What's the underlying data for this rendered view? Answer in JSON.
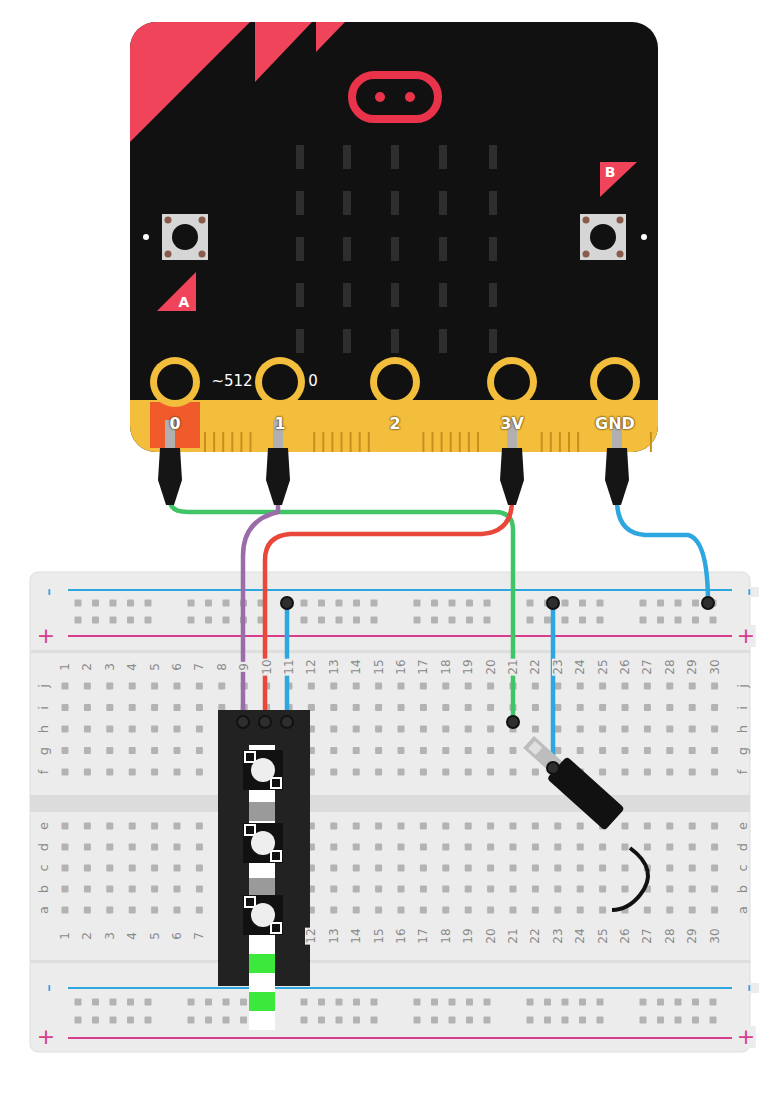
{
  "diagram": {
    "labels": [
      "A",
      "B",
      "~512",
      "0",
      "0",
      "1",
      "2",
      "3V",
      "GND",
      "-",
      "-",
      "+",
      "+",
      "-",
      "-",
      "+",
      "+",
      "1",
      "2",
      "3",
      "4",
      "5",
      "6",
      "7",
      "8",
      "9",
      "10",
      "11",
      "12",
      "13",
      "14",
      "15",
      "16",
      "17",
      "18",
      "19",
      "20",
      "21",
      "22",
      "23",
      "24",
      "25",
      "26",
      "27",
      "28",
      "29",
      "30",
      "1",
      "2",
      "3",
      "4",
      "5",
      "6",
      "7",
      "12",
      "13",
      "14",
      "15",
      "16",
      "17",
      "18",
      "19",
      "20",
      "21",
      "22",
      "23",
      "24",
      "25",
      "26",
      "27",
      "28",
      "29",
      "30",
      "j",
      "i",
      "h",
      "g",
      "f",
      "e",
      "d",
      "c",
      "b",
      "a",
      "j",
      "i",
      "h",
      "g",
      "f",
      "e",
      "d",
      "c",
      "b",
      "a"
    ]
  }
}
